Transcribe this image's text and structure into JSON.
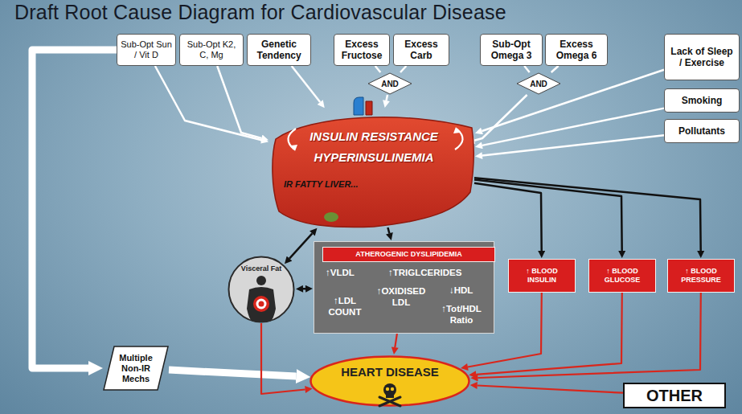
{
  "diagram": {
    "title": "Draft Root Cause Diagram for Cardiovascular Disease",
    "nodes": [
      {
        "text": [
          "Sub-Opt Sun / Vit D"
        ]
      },
      {
        "text": [
          "Sub-Opt K2, C, Mg"
        ]
      },
      {
        "text": [
          "Genetic Tendency"
        ]
      },
      {
        "text": [
          "Excess Fructose"
        ]
      },
      {
        "text": [
          "Excess Carb"
        ]
      },
      {
        "text": [
          "Sub-Opt Omega 3"
        ]
      },
      {
        "text": [
          "Excess Omega 6"
        ]
      },
      {
        "text": [
          "Lack of Sleep / Exercise"
        ]
      },
      {
        "text": [
          "AND"
        ]
      },
      {
        "text": [
          "AND"
        ]
      },
      {
        "text": [
          "Smoking"
        ]
      },
      {
        "text": [
          "Pollutants"
        ]
      },
      {
        "text": [
          "INSULIN RESISTANCE",
          "HYPERINSULINEMIA",
          "IR FATTY LIVER..."
        ]
      },
      {
        "text": [
          "Visceral Fat"
        ]
      },
      {
        "text": [
          "↑VLDL",
          "↑TRIGLCERIDES",
          "↑OXIDISED LDL",
          "↓HDL",
          "↑LDL COUNT",
          "↑Tot/HDL Ratio"
        ]
      },
      {
        "text": [
          "ATHEROGENIC DYSLIPIDEMIA"
        ],
        "in": 14
      },
      {
        "text": [
          "↑ BLOOD INSULIN"
        ]
      },
      {
        "text": [
          "↑ BLOOD GLUCOSE"
        ]
      },
      {
        "text": [
          "↑ BLOOD PRESSURE"
        ]
      },
      {
        "text": [
          "Multiple Non-IR Mechs"
        ]
      },
      {
        "text": [
          "HEART DISEASE"
        ]
      },
      {
        "text": [
          "OTHER"
        ]
      }
    ],
    "edges": [
      {
        "from": 0,
        "to": 12,
        "arrow": "to"
      },
      {
        "from": 1,
        "to": 12,
        "arrow": "to"
      },
      {
        "from": 2,
        "to": 12,
        "arrow": "to"
      },
      {
        "from": 3,
        "to": 8,
        "arrow": "none"
      },
      {
        "from": 4,
        "to": 8,
        "arrow": "none"
      },
      {
        "from": 8,
        "to": 12,
        "arrow": "to"
      },
      {
        "from": 5,
        "to": 9,
        "arrow": "none"
      },
      {
        "from": 6,
        "to": 9,
        "arrow": "none"
      },
      {
        "from": 9,
        "to": 12,
        "arrow": "to"
      },
      {
        "from": 7,
        "to": 12,
        "arrow": "to"
      },
      {
        "from": 10,
        "to": 12,
        "arrow": "to"
      },
      {
        "from": 11,
        "to": 12,
        "arrow": "to"
      },
      {
        "from": 0,
        "to": 19,
        "arrow": "to"
      },
      {
        "from": 12,
        "to": 14,
        "arrow": "to"
      },
      {
        "from": 12,
        "to": 13,
        "arrow": "both"
      },
      {
        "from": 13,
        "to": 14,
        "arrow": "both"
      },
      {
        "from": 12,
        "to": 16,
        "arrow": "to"
      },
      {
        "from": 12,
        "to": 17,
        "arrow": "to"
      },
      {
        "from": 12,
        "to": 18,
        "arrow": "to"
      },
      {
        "from": 19,
        "to": 20,
        "arrow": "to"
      },
      {
        "from": 13,
        "to": 20,
        "arrow": "to"
      },
      {
        "from": 14,
        "to": 20,
        "arrow": "to"
      },
      {
        "from": 16,
        "to": 20,
        "arrow": "to"
      },
      {
        "from": 17,
        "to": 20,
        "arrow": "to"
      },
      {
        "from": 18,
        "to": 20,
        "arrow": "to"
      },
      {
        "from": 21,
        "to": 20,
        "arrow": "to"
      }
    ]
  }
}
